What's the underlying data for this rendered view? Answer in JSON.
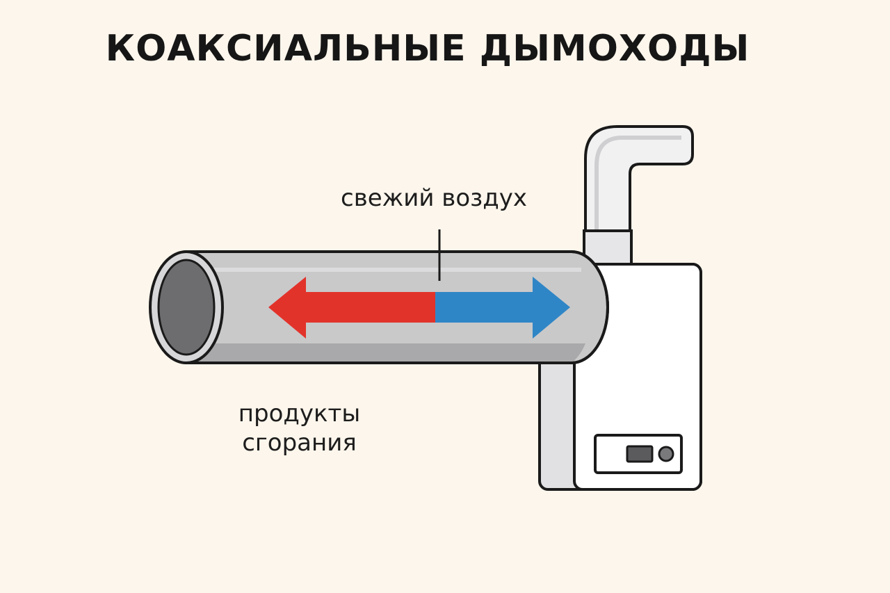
{
  "title": "КОАКСИАЛЬНЫЕ ДЫМОХОДЫ",
  "labels": {
    "fresh_air": "свежий воздух",
    "combustion_line1": "продукты",
    "combustion_line2": "сгорания"
  },
  "colors": {
    "background": "#fdf6ec",
    "pipe": "#c9c9ca",
    "pipe_inner": "#6d6d6f",
    "arrow_hot": "#e2332b",
    "arrow_cold": "#2f86c6",
    "boiler": "#ffffff",
    "outline": "#1a1a1a"
  },
  "icons": {
    "flow_arrow": "double-headed-arrow",
    "boiler": "wall-mounted-boiler"
  }
}
